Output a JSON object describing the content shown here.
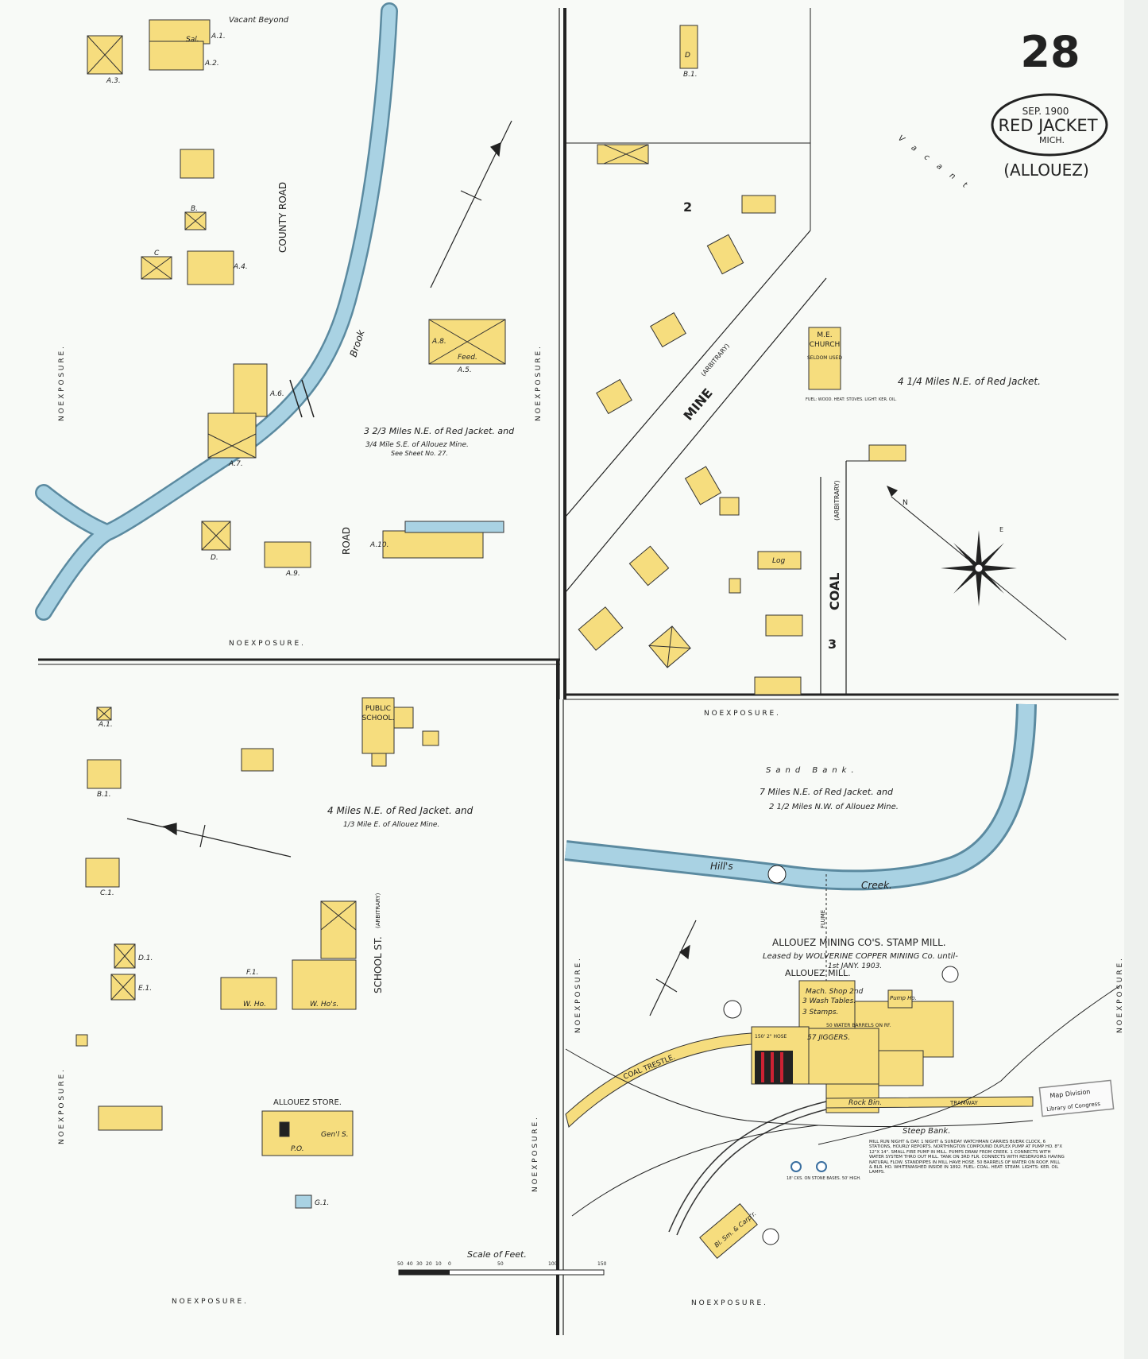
{
  "sheet": {
    "number": "28",
    "date": "SEP. 1900",
    "town": "RED JACKET",
    "state": "MICH.",
    "locality": "(ALLOUEZ)"
  },
  "colors": {
    "paper": "#f8faf7",
    "building": "#f6dd7e",
    "stream": "#a9d2e3",
    "ink": "#222222"
  },
  "streets": {
    "county_road": "COUNTY ROAD",
    "mine": "MINE",
    "mine_note": "(ARBITRARY)",
    "coal": "COAL",
    "coal_note": "(ARBITRARY)",
    "school_st": "SCHOOL ST.",
    "school_note": "(ARBITRARY)"
  },
  "blocks": {
    "block_2": "2",
    "block_3": "3"
  },
  "waterways": {
    "brook": "Brook",
    "hills": "Hill's",
    "creek": "Creek."
  },
  "panel_nw": {
    "vacant": "Vacant Beyond",
    "location_1": "3 2/3 Miles N.E. of Red Jacket. and",
    "location_2": "3/4 Mile S.E. of Allouez Mine.",
    "location_3": "See Sheet No. 27.",
    "labels": [
      "A.1.",
      "A.2.",
      "A.3.",
      "A.4.",
      "A.5.",
      "A.6.",
      "A.7.",
      "A.8.",
      "A.9.",
      "A.10.",
      "B.",
      "C",
      "D.",
      "Sal.",
      "Feed."
    ]
  },
  "panel_ne": {
    "vacant": "Vacant",
    "location": "4 1/4 Miles N.E. of Red Jacket.",
    "church": "M.E. CHURCH",
    "church_note": "SELDOM USED",
    "church_fuel": "FUEL: WOOD. HEAT: STOVES. LIGHT: KER. OIL.",
    "labels": [
      "B.1.",
      "Log",
      "D"
    ]
  },
  "panel_sw": {
    "school": "PUBLIC SCHOOL.",
    "location_1": "4 Miles N.E. of Red Jacket. and",
    "location_2": "1/3 Mile E. of Allouez Mine.",
    "store": "ALLOUEZ STORE.",
    "store_sub": "Gen'l S.",
    "po": "P.O.",
    "labels": [
      "A.1.",
      "B.1.",
      "C.1.",
      "D.1.",
      "E.1.",
      "F.1.",
      "G.1.",
      "W. Ho.",
      "W. Ho's."
    ]
  },
  "panel_se": {
    "sand_bank": "Sand Bank.",
    "location_1": "7 Miles N.E. of Red Jacket. and",
    "location_2": "2 1/2 Miles N.W. of Allouez Mine.",
    "mill_title": "ALLOUEZ MINING CO'S. STAMP MILL.",
    "mill_lease_1": "Leased by WOLVERINE COPPER MINING Co. until-",
    "mill_lease_2": "1st JANY. 1903.",
    "mill_name": "ALLOUEZ MILL.",
    "mach_shop": "Mach. Shop 2nd",
    "wash_tables": "3 Wash Tables.",
    "stamps": "3 Stamps.",
    "water_barrels": "50 WATER BARRELS ON RF.",
    "jiggers": "57 JIGGERS.",
    "hose": "150' 2\" HOSE",
    "pump_ho": "Pump Ho.",
    "rock_bin": "Rock Bin.",
    "coal_trestle": "COAL TRESTLE.",
    "tramway": "TRAMWAY",
    "flume": "FLUME",
    "steep_bank": "Steep Bank.",
    "tanks": "18' CKS. ON STONE BASES. 50' HIGH.",
    "blsm": "Bl. Sm. & Carp'r.",
    "notes": "MILL RUN NIGHT & DAY. 1 NIGHT & SUNDAY WATCHMAN CARRIES BUERK CLOCK, 6 STATIONS, HOURLY REPORTS. NORTHINGTON COMPOUND DUPLEX PUMP AT PUMP HO. 8\"x 12\"x 14\". SMALL FIRE PUMP IN MILL. PUMPS DRAW FROM CREEK. 1 CONNECTS WITH WATER SYSTEM THRO OUT MILL. TANK ON 3RD FLR. CONNECTS WITH RESERVOIRS HAVING NATURAL FLOW. STANDPIPES IN MILL HAVE HOSE. 50 BARRELS OF WATER ON ROOF. MILL & BLR. HO. WHITEWASHED INSIDE IN 1892. FUEL: COAL. HEAT: STEAM. LIGHTS: KER. OIL LAMPS."
  },
  "exposure": "N O   E X P O S U R E .",
  "scale": {
    "title": "Scale of Feet.",
    "ticks": [
      "50",
      "40",
      "30",
      "20",
      "10",
      "0",
      "50",
      "100",
      "150"
    ]
  },
  "stamp": {
    "line_1": "Map Division",
    "line_2": "Library of Congress"
  }
}
